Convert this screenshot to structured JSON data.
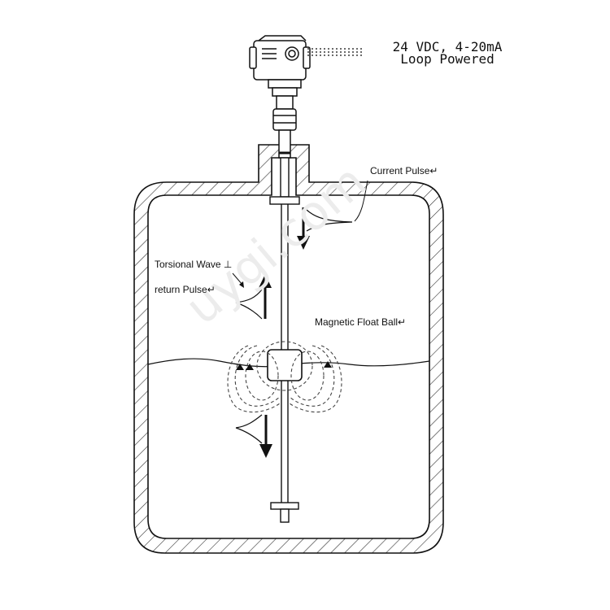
{
  "power_label": {
    "line1": "24 VDC, 4-20mA",
    "line2": "Loop Powered"
  },
  "labels": {
    "current_pulse": "Current Pulse↵",
    "torsional_wave": "Torsional Wave ⊥",
    "return_pulse": "return Pulse↵",
    "magnetic_float_ball": "Magnetic Float Ball↵"
  },
  "watermark": "uygi.com",
  "colors": {
    "line": "#111111",
    "hatch": "#333333",
    "dashed": "#444444",
    "watermark": "#ececec"
  }
}
